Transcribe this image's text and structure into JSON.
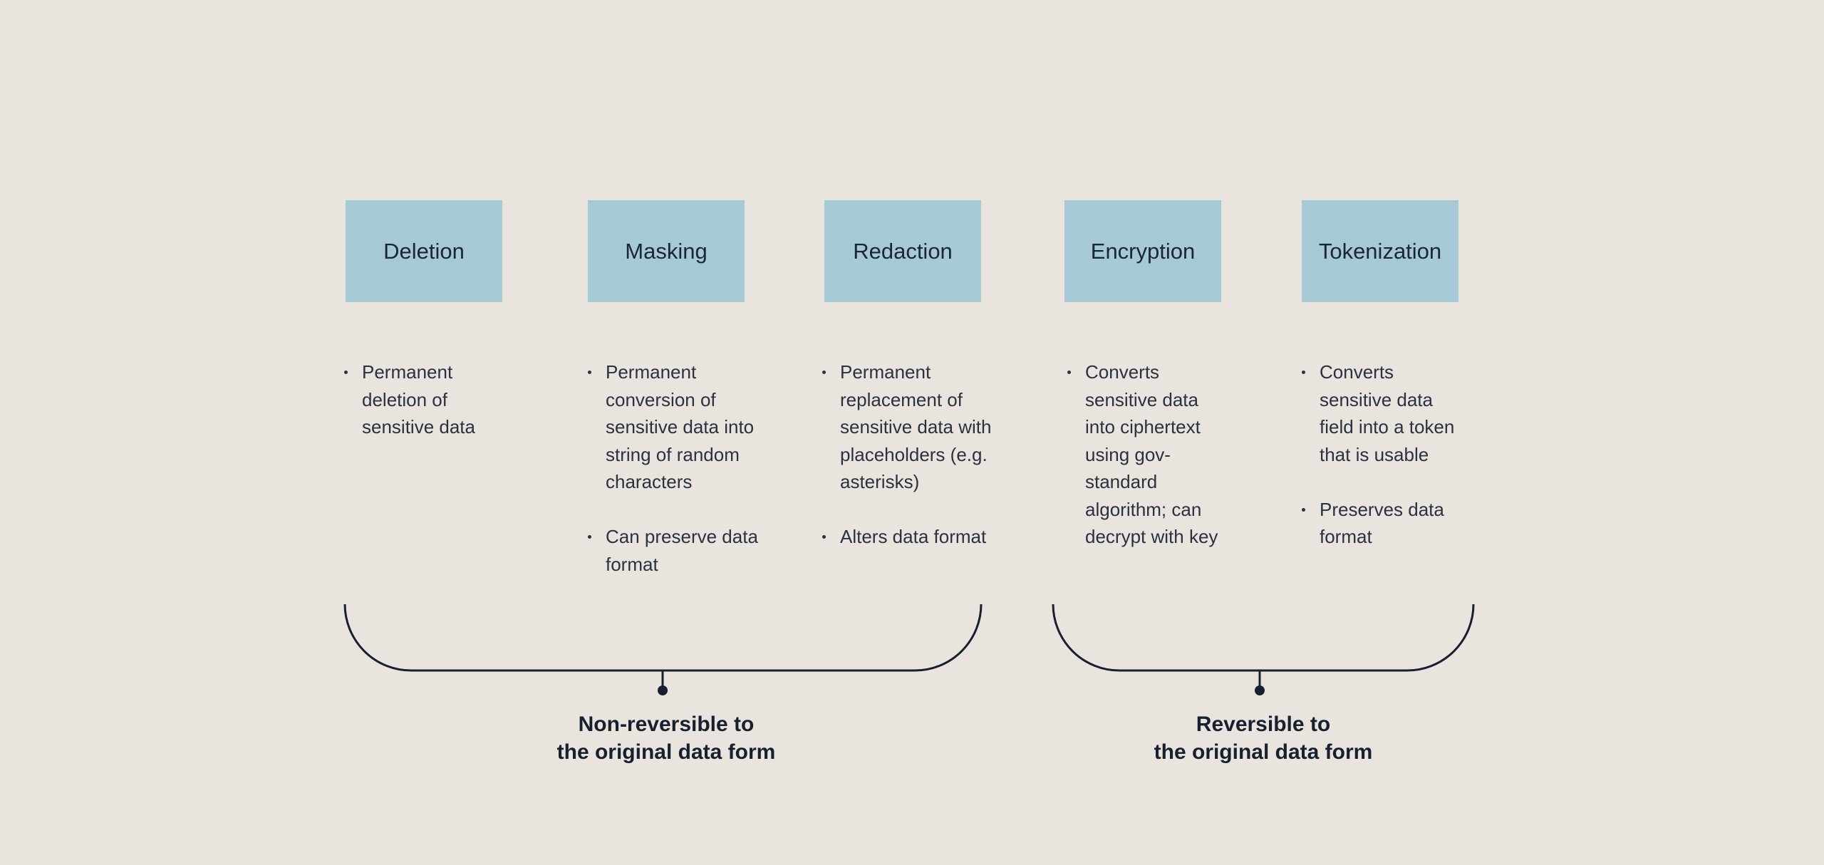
{
  "methods": [
    {
      "label": "Deletion",
      "bullets": [
        "Permanent deletion of sensitive data"
      ]
    },
    {
      "label": "Masking",
      "bullets": [
        "Permanent conversion of sensitive data into string of random characters",
        "Can preserve data format"
      ]
    },
    {
      "label": "Redaction",
      "bullets": [
        "Permanent replacement of sensitive data with placeholders (e.g. asterisks)",
        "Alters data format"
      ]
    },
    {
      "label": "Encryption",
      "bullets": [
        "Converts sensitive data into ciphertext using gov-standard algorithm; can decrypt with key"
      ]
    },
    {
      "label": "Tokenization",
      "bullets": [
        "Converts sensitive data field into a token that is usable",
        "Preserves data format"
      ]
    }
  ],
  "groups": {
    "non_reversible": {
      "label_line1": "Non-reversible to",
      "label_line2": "the original data form"
    },
    "reversible": {
      "label_line1": "Reversible to",
      "label_line2": "the original data form"
    }
  }
}
